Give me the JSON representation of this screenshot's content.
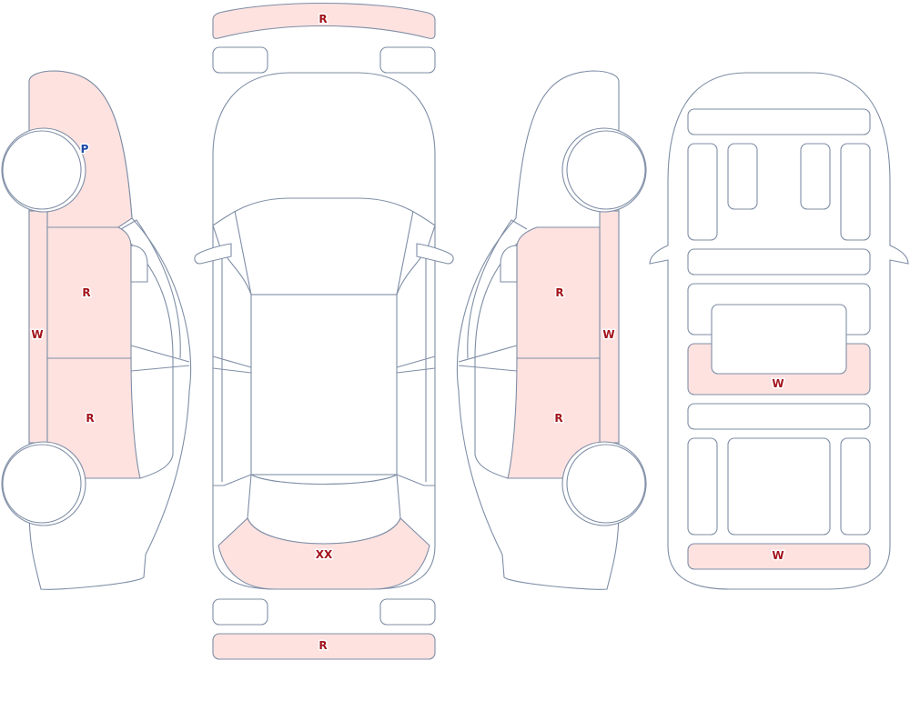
{
  "colors": {
    "outline": "#7f8ea6",
    "damaged_fill": "#fde2e0",
    "code_red": "#a3121b",
    "code_blue": "#1f49a8"
  },
  "marks": {
    "front_bumper": "R",
    "rear_bumper": "R",
    "left_fender_p": "P",
    "left_front_door": "R",
    "left_rear_door": "R",
    "left_rocker": "W",
    "right_front_door": "R",
    "right_rear_door": "R",
    "right_rocker": "W",
    "trunk_lid": "XX",
    "floor_rear_panel": "W",
    "floor_rear_end": "W"
  }
}
